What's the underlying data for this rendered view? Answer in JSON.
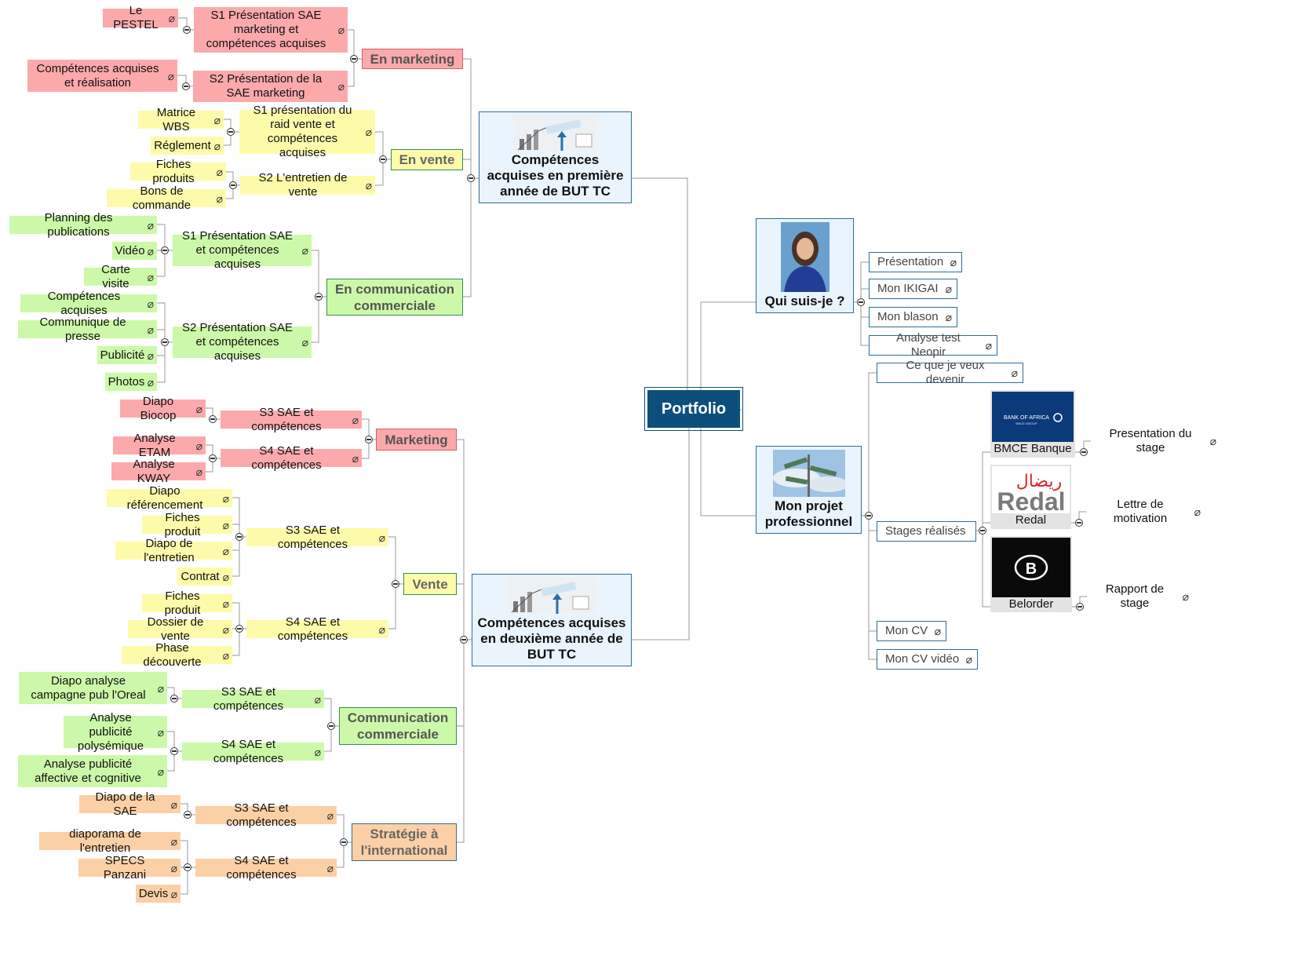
{
  "root": {
    "label": "Portfolio"
  },
  "first_year": {
    "label": "Compétences acquises en première année de BUT TC",
    "branches": {
      "marketing": {
        "label": "En marketing",
        "s1": {
          "label": "S1 Présentation SAE marketing et compétences acquises",
          "children": [
            "Le PESTEL"
          ]
        },
        "s2": {
          "label": "S2 Présentation de la SAE marketing",
          "children": [
            "Compétences acquises et réalisation"
          ]
        }
      },
      "vente": {
        "label": "En vente",
        "s1": {
          "label": "S1 présentation du raid vente et compétences acquises",
          "children": [
            "Matrice WBS",
            "Réglement"
          ]
        },
        "s2": {
          "label": "S2 L'entretien de vente",
          "children": [
            "Fiches produits",
            "Bons de commande"
          ]
        }
      },
      "communication": {
        "label": "En communication commerciale",
        "s1": {
          "label": "S1 Présentation SAE et compétences acquises",
          "children": [
            "Planning des publications",
            "Vidéo",
            "Carte visite"
          ]
        },
        "s2": {
          "label": "S2 Présentation SAE et compétences acquises",
          "children": [
            "Compétences acquises",
            "Communique de presse",
            "Publicité",
            "Photos"
          ]
        }
      }
    }
  },
  "second_year": {
    "label": "Compétences acquises en deuxième année de BUT TC",
    "branches": {
      "marketing": {
        "label": "Marketing",
        "s3": {
          "label": "S3 SAE et compétences",
          "children": [
            "Diapo Biocop"
          ]
        },
        "s4": {
          "label": "S4 SAE et compétences",
          "children": [
            "Analyse ETAM",
            "Analyse KWAY"
          ]
        }
      },
      "vente": {
        "label": "Vente",
        "s3": {
          "label": "S3 SAE et compétences",
          "children": [
            "Diapo référencement",
            "Fiches produit",
            "Diapo de l'entretien",
            "Contrat"
          ]
        },
        "s4": {
          "label": "S4 SAE et compétences",
          "children": [
            "Fiches produit",
            "Dossier de vente",
            "Phase découverte"
          ]
        }
      },
      "communication": {
        "label": "Communication commerciale",
        "s3": {
          "label": "S3 SAE et compétences",
          "children": [
            "Diapo analyse campagne pub l'Oreal"
          ]
        },
        "s4": {
          "label": "S4 SAE et compétences",
          "children": [
            "Analyse publicité polysémique",
            "Analyse publicité affective et cognitive"
          ]
        }
      },
      "international": {
        "label": "Stratégie à l'international",
        "s3": {
          "label": "S3 SAE et compétences",
          "children": [
            "Diapo de la SAE"
          ]
        },
        "s4": {
          "label": "S4 SAE et compétences",
          "children": [
            "diaporama de l'entretien",
            "SPECS Panzani",
            "Devis"
          ]
        }
      }
    }
  },
  "qui": {
    "label": "Qui suis-je ?",
    "children": [
      "Présentation",
      "Mon IKIGAI",
      "Mon blason",
      "Analyse test Neopir"
    ]
  },
  "projet": {
    "label": "Mon projet professionnel",
    "devenir": "Ce que je veux devenir",
    "stages": {
      "label": "Stages réalisés",
      "companies": [
        {
          "name": "BMCE Banque",
          "logo_text": "BANK OF AFRICA",
          "logo_sub": "BMCE GROUP",
          "doc": "Presentation du stage"
        },
        {
          "name": "Redal",
          "logo_text": "Redal",
          "logo_arabic": "ريضال",
          "doc": "Lettre de motivation"
        },
        {
          "name": "Belorder",
          "logo_text": "B",
          "doc": "Rapport de stage"
        }
      ]
    },
    "cv": "Mon CV",
    "cv_video": "Mon CV vidéo"
  },
  "colors": {
    "red": "#fca9ac",
    "yellow": "#fdfbaa",
    "green": "#ccf9a9",
    "orange": "#fcd0a6",
    "main_fill": "#e9f4fc",
    "border": "#2e6e99",
    "root": "#0d4f7c"
  }
}
